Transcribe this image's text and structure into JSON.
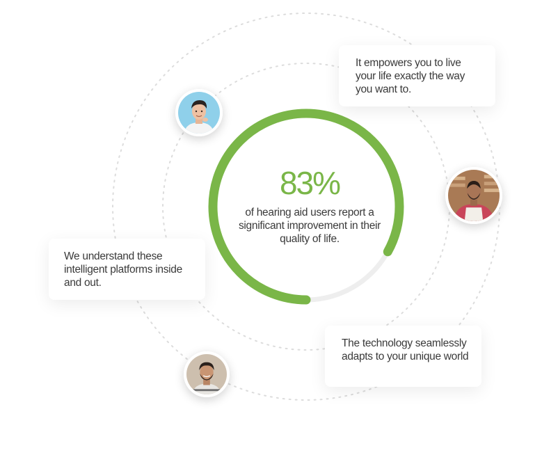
{
  "stat": {
    "percent": "83%",
    "description": "of hearing aid users report a significant improvement in their quality of life.",
    "fraction": 0.83,
    "accent_color": "#7ab648"
  },
  "cards": [
    {
      "text": "It empowers you to live your life exactly the way you want to."
    },
    {
      "text": "We understand these intelligent platforms inside and out."
    },
    {
      "text": "The technology seamlessly adapts to your unique world"
    }
  ],
  "avatars": [
    {
      "icon": "person-photo-icon"
    },
    {
      "icon": "person-photo-icon"
    },
    {
      "icon": "person-photo-icon"
    }
  ]
}
